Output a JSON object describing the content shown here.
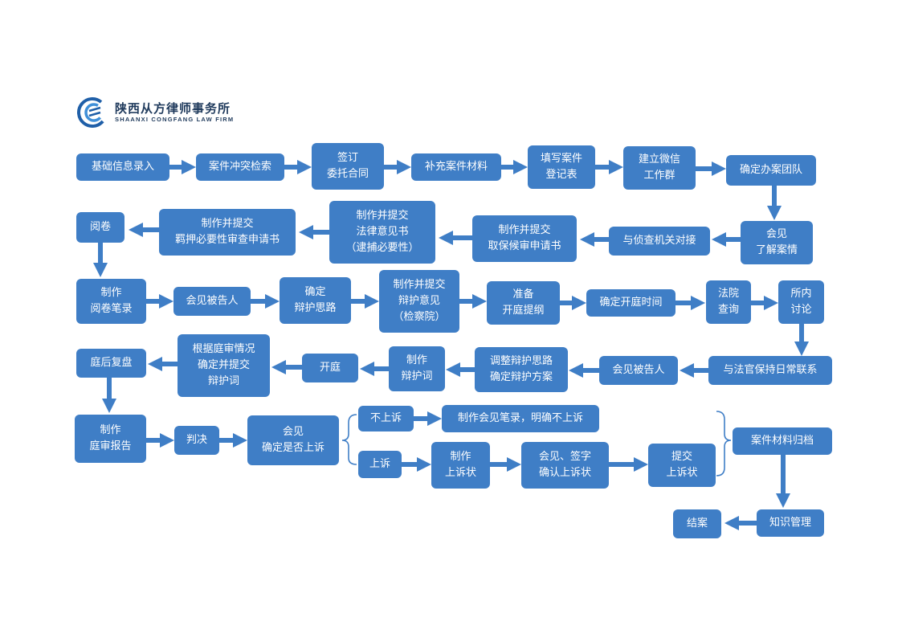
{
  "logo": {
    "name_cn": "陕西从方律师事务所",
    "name_en": "SHAANXI CONGFANG LAW FIRM",
    "accent_color": "#1f5fa8"
  },
  "colors": {
    "box": "#3f7ec6",
    "arrow": "#3f7ec6",
    "text": "#ffffff"
  },
  "steps": {
    "n1": "基础信息录入",
    "n2": "案件冲突检索",
    "n3": "签订\n委托合同",
    "n4": "补充案件材料",
    "n5": "填写案件\n登记表",
    "n6": "建立微信\n工作群",
    "n7": "确定办案团队",
    "n8": "会见\n了解案情",
    "n9": "与侦查机关对接",
    "n10": "制作并提交\n取保候审申请书",
    "n11": "制作并提交\n法律意见书\n（逮捕必要性）",
    "n12": "制作并提交\n羁押必要性审查申请书",
    "n13": "阅卷",
    "n14": "制作\n阅卷笔录",
    "n15": "会见被告人",
    "n16": "确定\n辩护思路",
    "n17": "制作并提交\n辩护意见\n（检察院）",
    "n18": "准备\n开庭提纲",
    "n19": "确定开庭时间",
    "n20": "法院\n查询",
    "n21": "所内\n讨论",
    "n22": "与法官保持日常联系",
    "n23": "会见被告人",
    "n24": "调整辩护思路\n确定辩护方案",
    "n25": "制作\n辩护词",
    "n26": "开庭",
    "n27": "根据庭审情况\n确定并提交\n辩护词",
    "n28": "庭后复盘",
    "n29": "制作\n庭审报告",
    "n30": "判决",
    "n31": "会见\n确定是否上诉",
    "n32": "不上诉",
    "n33": "制作会见笔录，明确不上诉",
    "n34": "上诉",
    "n35": "制作\n上诉状",
    "n36": "会见、签字\n确认上诉状",
    "n37": "提交\n上诉状",
    "n38": "案件材料归档",
    "n39": "知识管理",
    "n40": "结案"
  }
}
